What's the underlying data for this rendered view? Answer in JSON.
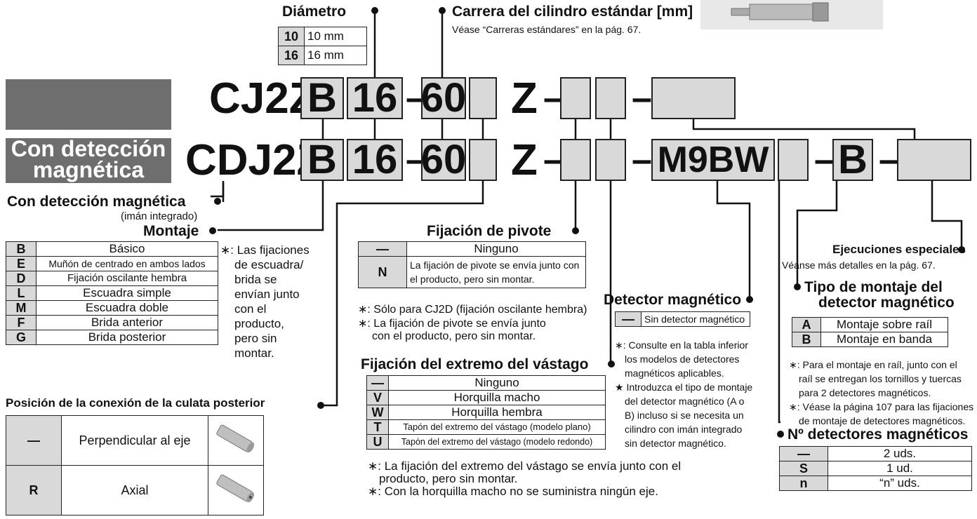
{
  "diametro": {
    "title": "Diámetro",
    "rows": [
      {
        "code": "10",
        "label": "10 mm"
      },
      {
        "code": "16",
        "label": "16 mm"
      }
    ]
  },
  "carrera": {
    "title": "Carrera del cilindro estándar [mm]",
    "note": "Véase “Carreras estándares” en la pág. 67."
  },
  "model1": {
    "prefix": "CJ2Z",
    "mount": "B",
    "bore": "16",
    "dash": "–",
    "stroke": "60",
    "z": "Z"
  },
  "model2": {
    "banner_line1": "Con detección",
    "banner_line2": "magnética",
    "prefix": "CDJ2Z",
    "mount": "B",
    "bore": "16",
    "stroke": "60",
    "z": "Z",
    "switch": "M9BW",
    "band": "B"
  },
  "con_deteccion": {
    "title": "Con detección magnética",
    "sub": "(imán integrado)"
  },
  "montaje": {
    "title": "Montaje",
    "rows": [
      {
        "code": "B",
        "label": "Básico"
      },
      {
        "code": "E",
        "label": "Muñón de centrado en ambos lados"
      },
      {
        "code": "D",
        "label": "Fijación oscilante hembra"
      },
      {
        "code": "L",
        "label": "Escuadra simple"
      },
      {
        "code": "M",
        "label": "Escuadra doble"
      },
      {
        "code": "F",
        "label": "Brida anterior"
      },
      {
        "code": "G",
        "label": "Brida posterior"
      }
    ],
    "note": [
      "∗: Las fijaciones",
      "de escuadra/",
      "brida se",
      "envían junto",
      "con el",
      "producto,",
      "pero sin",
      "montar."
    ]
  },
  "posicion": {
    "title": "Posición de la conexión de la culata posterior",
    "rows": [
      {
        "code": "—",
        "label": "Perpendicular al eje"
      },
      {
        "code": "R",
        "label": "Axial"
      }
    ]
  },
  "pivote": {
    "title": "Fijación de pivote",
    "rows": [
      {
        "code": "—",
        "label": "Ninguno"
      },
      {
        "code": "N",
        "label": "La fijación de pivote se envía junto con el producto, pero sin montar."
      }
    ],
    "note1": "∗: Sólo para CJ2D (fijación oscilante hembra)",
    "note2": "∗: La fijación de pivote se envía junto",
    "note3": "con el producto, pero sin montar."
  },
  "vastago": {
    "title": "Fijación del extremo del vástago",
    "rows": [
      {
        "code": "—",
        "label": "Ninguno"
      },
      {
        "code": "V",
        "label": "Horquilla macho"
      },
      {
        "code": "W",
        "label": "Horquilla hembra"
      },
      {
        "code": "T",
        "label": "Tapón del extremo del vástago (modelo plano)"
      },
      {
        "code": "U",
        "label": "Tapón del extremo del vástago (modelo redondo)"
      }
    ],
    "note1": "∗: La fijación del extremo del vástago se envía junto con el",
    "note2": "producto, pero sin montar.",
    "note3": "∗: Con la horquilla macho no se suministra ningún eje."
  },
  "detector": {
    "title": "Detector magnético",
    "rows": [
      {
        "code": "—",
        "label": "Sin detector magnético"
      }
    ],
    "notes": [
      "∗: Consulte en la tabla inferior",
      "los modelos de detectores",
      "magnéticos aplicables.",
      "★ Introduzca el tipo de montaje",
      "del detector magnético (A o",
      "B) incluso si se necesita un",
      "cilindro con imán integrado",
      "sin detector magnético."
    ]
  },
  "ejecuciones": {
    "title": "Ejecuciones especiales",
    "note": "Véanse más detalles en la pág. 67."
  },
  "tipo_montaje": {
    "title1": "Tipo de montaje del",
    "title2": "detector magnético",
    "rows": [
      {
        "code": "A",
        "label": "Montaje sobre raíl"
      },
      {
        "code": "B",
        "label": "Montaje en banda"
      }
    ],
    "notes": [
      "∗: Para el montaje en raíl, junto con el",
      "raíl se entregan los tornillos y tuercas",
      "para 2 detectores magnéticos.",
      "∗: Véase la página 107 para las fijaciones",
      "de montaje de detectores magnéticos."
    ]
  },
  "num_detectores": {
    "title": "Nº detectores magnéticos",
    "rows": [
      {
        "code": "—",
        "label": "2 uds."
      },
      {
        "code": "S",
        "label": "1 ud."
      },
      {
        "code": "n",
        "label": "“n” uds."
      }
    ]
  }
}
